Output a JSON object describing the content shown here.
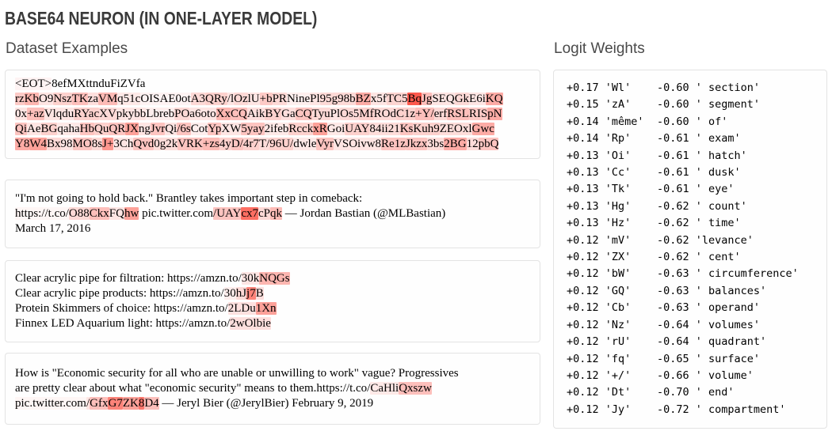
{
  "page": {
    "title": "BASE64 NEURON (IN ONE-LAYER MODEL)"
  },
  "colors": {
    "highlight_rgb": "252,48,32",
    "card_border": "#e3e3e3",
    "card_background": "#fefefe",
    "heading_text": "#4a4a4a",
    "title_text": "#3a3a3a",
    "body_text": "#000000"
  },
  "dataset_examples": {
    "heading": "Dataset Examples",
    "examples": [
      {
        "lines": [
          [
            {
              "t": "<EOT>",
              "h": 0.05
            },
            {
              "t": "8efMXttnduFiZVfa",
              "h": 0
            }
          ],
          [
            {
              "t": "rz",
              "h": 0.25
            },
            {
              "t": "Kb",
              "h": 0.35
            },
            {
              "t": "O9",
              "h": 0.12
            },
            {
              "t": "Nsz",
              "h": 0.22
            },
            {
              "t": "TK",
              "h": 0.3
            },
            {
              "t": "za",
              "h": 0.15
            },
            {
              "t": "VM",
              "h": 0.32
            },
            {
              "t": "q51c",
              "h": 0.1
            },
            {
              "t": "OISAE0ot",
              "h": 0.05
            },
            {
              "t": "A3",
              "h": 0.18
            },
            {
              "t": "QRy",
              "h": 0.22
            },
            {
              "t": "/l",
              "h": 0.12
            },
            {
              "t": "Oz",
              "h": 0.18
            },
            {
              "t": "lU",
              "h": 0.12
            },
            {
              "t": "+b",
              "h": 0.25
            },
            {
              "t": "PR",
              "h": 0.18
            },
            {
              "t": "Nine",
              "h": 0.07
            },
            {
              "t": "Pl",
              "h": 0.12
            },
            {
              "t": "95",
              "h": 0.18
            },
            {
              "t": "g98b",
              "h": 0.18
            },
            {
              "t": "BZ",
              "h": 0.4
            },
            {
              "t": "x5f",
              "h": 0.12
            },
            {
              "t": "TC5",
              "h": 0.2
            },
            {
              "t": "Bq",
              "h": 0.8
            },
            {
              "t": "Jg",
              "h": 0.3
            },
            {
              "t": "SEQ",
              "h": 0.12
            },
            {
              "t": "Gk",
              "h": 0.18
            },
            {
              "t": "E6i",
              "h": 0.12
            },
            {
              "t": "KQ",
              "h": 0.4
            }
          ],
          [
            {
              "t": "0x",
              "h": 0.12
            },
            {
              "t": "+az",
              "h": 0.3
            },
            {
              "t": "Vlqdu",
              "h": 0.12
            },
            {
              "t": "RYac",
              "h": 0.22
            },
            {
              "t": "XV",
              "h": 0.18
            },
            {
              "t": "pkybb",
              "h": 0.12
            },
            {
              "t": "Lbreb",
              "h": 0.08
            },
            {
              "t": "PO",
              "h": 0.18
            },
            {
              "t": "a6oto",
              "h": 0.12
            },
            {
              "t": "Xx",
              "h": 0.35
            },
            {
              "t": "CQ",
              "h": 0.3
            },
            {
              "t": "Aik",
              "h": 0.15
            },
            {
              "t": "BY",
              "h": 0.22
            },
            {
              "t": "Ga",
              "h": 0.15
            },
            {
              "t": "CQ",
              "h": 0.28
            },
            {
              "t": "Tyu",
              "h": 0.18
            },
            {
              "t": "Pl",
              "h": 0.12
            },
            {
              "t": "Os5",
              "h": 0.18
            },
            {
              "t": "Mf",
              "h": 0.22
            },
            {
              "t": "ROd",
              "h": 0.18
            },
            {
              "t": "C1z",
              "h": 0.22
            },
            {
              "t": "+Y/",
              "h": 0.3
            },
            {
              "t": "erf",
              "h": 0.18
            },
            {
              "t": "RSL",
              "h": 0.3
            },
            {
              "t": "RIS",
              "h": 0.25
            },
            {
              "t": "pN",
              "h": 0.4
            }
          ],
          [
            {
              "t": "Qi",
              "h": 0.28
            },
            {
              "t": "Ae",
              "h": 0.12
            },
            {
              "t": "BG",
              "h": 0.22
            },
            {
              "t": "qaha",
              "h": 0.1
            },
            {
              "t": "Hb",
              "h": 0.28
            },
            {
              "t": "Qu",
              "h": 0.22
            },
            {
              "t": "QR",
              "h": 0.28
            },
            {
              "t": "JX",
              "h": 0.45
            },
            {
              "t": "ng",
              "h": 0.12
            },
            {
              "t": "Jvr",
              "h": 0.28
            },
            {
              "t": "Qi",
              "h": 0.12
            },
            {
              "t": "/6s",
              "h": 0.28
            },
            {
              "t": "Cot",
              "h": 0.08
            },
            {
              "t": "Yp",
              "h": 0.28
            },
            {
              "t": "XW",
              "h": 0.12
            },
            {
              "t": "5yay",
              "h": 0.28
            },
            {
              "t": "2ifeb",
              "h": 0.1
            },
            {
              "t": "Rcck",
              "h": 0.22
            },
            {
              "t": "xR",
              "h": 0.45
            },
            {
              "t": "Goi",
              "h": 0.1
            },
            {
              "t": "UAY",
              "h": 0.22
            },
            {
              "t": "84ii21",
              "h": 0.16
            },
            {
              "t": "Ks",
              "h": 0.28
            },
            {
              "t": "Kuh9",
              "h": 0.22
            },
            {
              "t": "ZEOxl",
              "h": 0.16
            },
            {
              "t": "Gwc",
              "h": 0.4
            }
          ],
          [
            {
              "t": "Y8",
              "h": 0.4
            },
            {
              "t": "W4",
              "h": 0.45
            },
            {
              "t": "Bx",
              "h": 0.18
            },
            {
              "t": "98",
              "h": 0.12
            },
            {
              "t": "MO",
              "h": 0.28
            },
            {
              "t": "8s",
              "h": 0.18
            },
            {
              "t": "J+",
              "h": 0.5
            },
            {
              "t": "3Ch",
              "h": 0.12
            },
            {
              "t": "Qvd",
              "h": 0.28
            },
            {
              "t": "0g2k",
              "h": 0.16
            },
            {
              "t": "VRK",
              "h": 0.28
            },
            {
              "t": "+zs",
              "h": 0.32
            },
            {
              "t": "4y",
              "h": 0.22
            },
            {
              "t": "D/",
              "h": 0.28
            },
            {
              "t": "4r7",
              "h": 0.22
            },
            {
              "t": "T/",
              "h": 0.16
            },
            {
              "t": "96U/",
              "h": 0.22
            },
            {
              "t": "dwle",
              "h": 0.1
            },
            {
              "t": "Vyr",
              "h": 0.28
            },
            {
              "t": "VSOivw8",
              "h": 0.12
            },
            {
              "t": "Re1z",
              "h": 0.28
            },
            {
              "t": "Jkzx",
              "h": 0.28
            },
            {
              "t": "3bs",
              "h": 0.16
            },
            {
              "t": "2BG",
              "h": 0.4
            },
            {
              "t": "12",
              "h": 0.16
            },
            {
              "t": "pbQ",
              "h": 0.28
            }
          ]
        ]
      },
      {
        "lines": [
          [
            {
              "t": "\"I'm not going to hold back.\" Brantley takes important step in comeback:",
              "h": 0
            }
          ],
          [
            {
              "t": "https://t.co/",
              "h": 0.04
            },
            {
              "t": "O88",
              "h": 0.18
            },
            {
              "t": "Ckx",
              "h": 0.3
            },
            {
              "t": "FQ",
              "h": 0.12
            },
            {
              "t": "hw",
              "h": 0.45
            },
            {
              "t": " pic.twitter.com",
              "h": 0
            },
            {
              "t": "/UAY",
              "h": 0.28
            },
            {
              "t": "cx7",
              "h": 0.7
            },
            {
              "t": "cP",
              "h": 0.18
            },
            {
              "t": "qk",
              "h": 0.32
            },
            {
              "t": " — Jordan Bastian (@MLBastian)",
              "h": 0
            }
          ],
          [
            {
              "t": "March 17, 2016",
              "h": 0
            }
          ]
        ]
      },
      {
        "lines": [
          [
            {
              "t": "Clear acrylic pipe for filtration: https://amzn.to/",
              "h": 0
            },
            {
              "t": "30k",
              "h": 0.12
            },
            {
              "t": "NQGs",
              "h": 0.35
            }
          ],
          [
            {
              "t": "Clear acrylic pipe products: https://amzn.to/",
              "h": 0
            },
            {
              "t": "30",
              "h": 0.08
            },
            {
              "t": "hJ",
              "h": 0.18
            },
            {
              "t": "j7",
              "h": 0.6
            },
            {
              "t": "B",
              "h": 0.15
            }
          ],
          [
            {
              "t": "Protein Skimmers of choice: https://amzn.to/",
              "h": 0
            },
            {
              "t": "2LDu",
              "h": 0.14
            },
            {
              "t": "1Xn",
              "h": 0.45
            }
          ],
          [
            {
              "t": "Finnex LED Aquarium light: https://amzn.to/",
              "h": 0
            },
            {
              "t": "2wOlbie",
              "h": 0.15
            }
          ]
        ]
      },
      {
        "lines": [
          [
            {
              "t": "How is \"Economic security for all who are unable or unwilling to work\" vague? Progressives",
              "h": 0
            }
          ],
          [
            {
              "t": "are pretty clear about what \"economic security\" means to them.https://t.co/",
              "h": 0
            },
            {
              "t": "CaHli",
              "h": 0.1
            },
            {
              "t": "Qxszw",
              "h": 0.3
            }
          ],
          [
            {
              "t": "pic.twitter.com",
              "h": 0.04
            },
            {
              "t": "/",
              "h": 0.12
            },
            {
              "t": "Gfx",
              "h": 0.3
            },
            {
              "t": "G7",
              "h": 0.6
            },
            {
              "t": "ZK",
              "h": 0.45
            },
            {
              "t": "8",
              "h": 0.65
            },
            {
              "t": "D4",
              "h": 0.3
            },
            {
              "t": " — Jeryl Bier (@JerylBier) February 9, 2019",
              "h": 0
            }
          ]
        ]
      }
    ]
  },
  "logit_weights": {
    "heading": "Logit Weights",
    "rows": [
      {
        "pos_weight": "+0.17",
        "pos_token": "'Wl'",
        "neg_weight": "-0.60",
        "neg_token": "' section'"
      },
      {
        "pos_weight": "+0.15",
        "pos_token": "'zA'",
        "neg_weight": "-0.60",
        "neg_token": "' segment'"
      },
      {
        "pos_weight": "+0.14",
        "pos_token": "'même'",
        "neg_weight": "-0.60",
        "neg_token": "' of'"
      },
      {
        "pos_weight": "+0.14",
        "pos_token": "'Rp'",
        "neg_weight": "-0.61",
        "neg_token": "' exam'"
      },
      {
        "pos_weight": "+0.13",
        "pos_token": "'Oi'",
        "neg_weight": "-0.61",
        "neg_token": "' hatch'"
      },
      {
        "pos_weight": "+0.13",
        "pos_token": "'Cc'",
        "neg_weight": "-0.61",
        "neg_token": "' dusk'"
      },
      {
        "pos_weight": "+0.13",
        "pos_token": "'Tk'",
        "neg_weight": "-0.61",
        "neg_token": "' eye'"
      },
      {
        "pos_weight": "+0.13",
        "pos_token": "'Hg'",
        "neg_weight": "-0.62",
        "neg_token": "' count'"
      },
      {
        "pos_weight": "+0.13",
        "pos_token": "'Hz'",
        "neg_weight": "-0.62",
        "neg_token": "' time'"
      },
      {
        "pos_weight": "+0.12",
        "pos_token": "'mV'",
        "neg_weight": "-0.62",
        "neg_token": "'levance'"
      },
      {
        "pos_weight": "+0.12",
        "pos_token": "'ZX'",
        "neg_weight": "-0.62",
        "neg_token": "' cent'"
      },
      {
        "pos_weight": "+0.12",
        "pos_token": "'bW'",
        "neg_weight": "-0.63",
        "neg_token": "' circumference'"
      },
      {
        "pos_weight": "+0.12",
        "pos_token": "'GQ'",
        "neg_weight": "-0.63",
        "neg_token": "' balances'"
      },
      {
        "pos_weight": "+0.12",
        "pos_token": "'Cb'",
        "neg_weight": "-0.63",
        "neg_token": "' operand'"
      },
      {
        "pos_weight": "+0.12",
        "pos_token": "'Nz'",
        "neg_weight": "-0.64",
        "neg_token": "' volumes'"
      },
      {
        "pos_weight": "+0.12",
        "pos_token": "'rU'",
        "neg_weight": "-0.64",
        "neg_token": "' quadrant'"
      },
      {
        "pos_weight": "+0.12",
        "pos_token": "'fq'",
        "neg_weight": "-0.65",
        "neg_token": "' surface'"
      },
      {
        "pos_weight": "+0.12",
        "pos_token": "'+/'",
        "neg_weight": "-0.66",
        "neg_token": "' volume'"
      },
      {
        "pos_weight": "+0.12",
        "pos_token": "'Dt'",
        "neg_weight": "-0.70",
        "neg_token": "' end'"
      },
      {
        "pos_weight": "+0.12",
        "pos_token": "'Jy'",
        "neg_weight": "-0.72",
        "neg_token": "' compartment'"
      }
    ]
  }
}
